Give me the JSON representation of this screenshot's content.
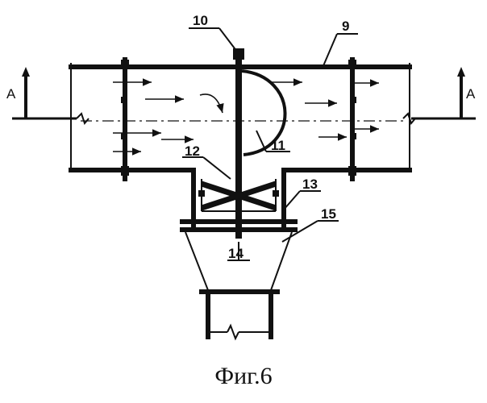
{
  "figure": {
    "caption": "Фиг.6",
    "section_marks": {
      "left": "A",
      "right": "A"
    },
    "part_labels": {
      "p9": "9",
      "p10": "10",
      "p11": "11",
      "p12": "12",
      "p13": "13",
      "p14": "14",
      "p15": "15"
    }
  }
}
